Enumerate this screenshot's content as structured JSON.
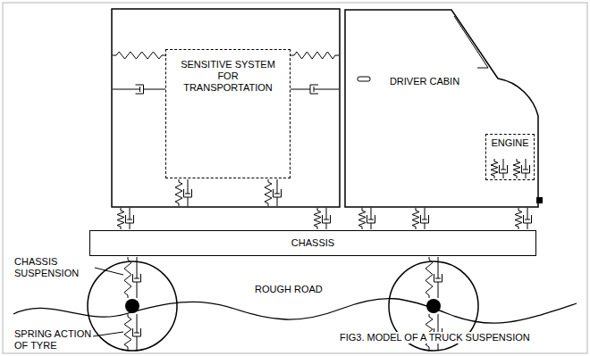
{
  "diagram": {
    "caption": "FIG3. MODEL OF A TRUCK SUSPENSION",
    "nodes": [
      {
        "text": [
          "SENSITIVE SYSTEM FOR TRANSPORTATION"
        ]
      },
      {
        "text": [
          "DRIVER CABIN"
        ]
      },
      {
        "text": [
          "ENGINE"
        ],
        "in": 1
      },
      {
        "text": [
          "CHASSIS"
        ]
      }
    ],
    "labels": [
      "CHASSIS SUSPENSION",
      "SPRING ACTION OF TYRE",
      "ROUGH ROAD"
    ]
  }
}
